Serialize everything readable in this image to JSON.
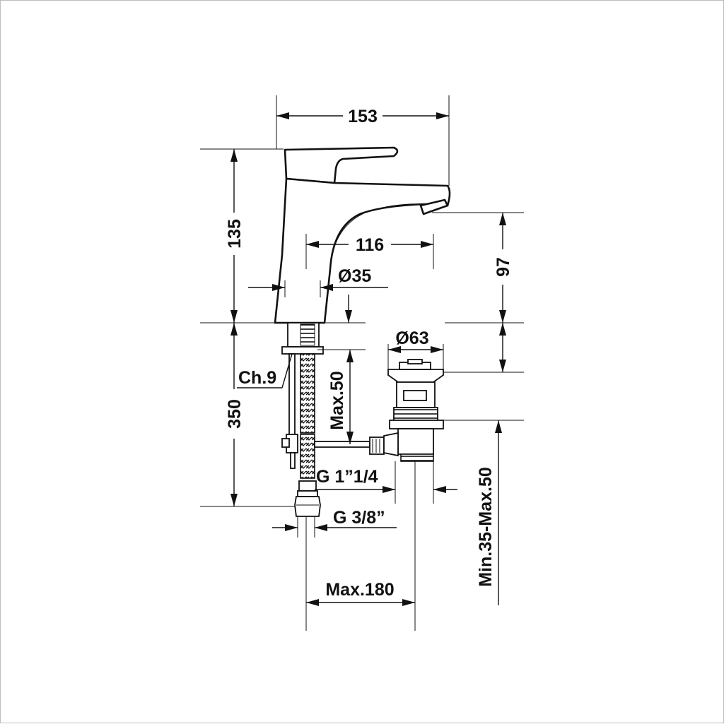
{
  "diagram": {
    "labels": {
      "width_total": "153",
      "height_body": "135",
      "spout_reach": "116",
      "body_diameter": "Ø35",
      "spout_height": "97",
      "drain_diameter": "Ø63",
      "wrench_size": "Ch.9",
      "height_below": "350",
      "rod_max": "Max.50",
      "thread_waste": "G 1”1/4",
      "thread_hose": "G 3/8”",
      "rod_offset": "Max.180",
      "counter_thickness": "Min.35-Max.50"
    },
    "colors": {
      "line": "#111111",
      "background": "#ffffff",
      "frame": "#bdbdbd"
    }
  }
}
